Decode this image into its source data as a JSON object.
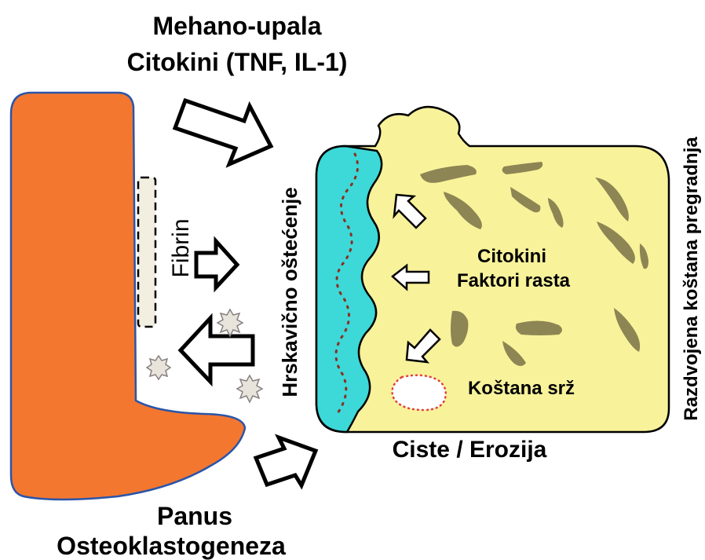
{
  "labels": {
    "top_line1": "Mehano-upala",
    "top_line2": "Citokini (TNF, IL-1)",
    "fibrin": "Fibrin",
    "cartilage_damage": "Hrskavično oštećenje",
    "cytokines": "Citokini",
    "growth_factors": "Faktori rasta",
    "bone_marrow": "Koštana srž",
    "cysts": "Ciste / Erozija",
    "remodeling": "Razdvojena koštana pregradnja",
    "pannus": "Panus",
    "osteoclastogenesis": "Osteoklastogeneza"
  },
  "colors": {
    "pannus": "#f47730",
    "pannus_border": "#2a55a8",
    "bone": "#f8f29a",
    "cartilage": "#3dd8d8",
    "trabecula": "#8d8553",
    "arrow_fill": "#ffffff",
    "outline": "#000000",
    "marrow_dots": "#e0403a",
    "stars": "#e8e4dc"
  }
}
